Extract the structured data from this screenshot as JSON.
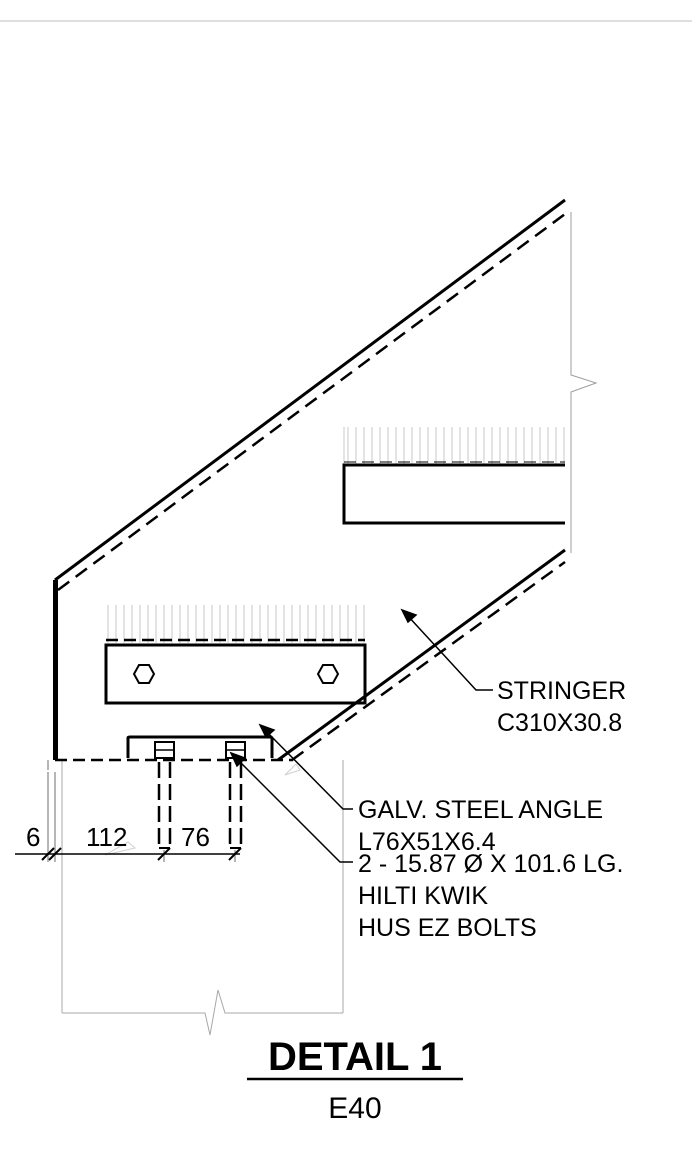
{
  "labels": {
    "stringer": [
      "STRINGER",
      "C310X30.8"
    ],
    "angle": [
      "GALV. STEEL ANGLE",
      "L76X51X6.4"
    ],
    "bolts": [
      "2 - 15.87 Ø X 101.6 LG.",
      "HILTI KWIK",
      "HUS EZ BOLTS"
    ]
  },
  "dimensions": [
    "6",
    "112",
    "76"
  ],
  "title": {
    "main": "DETAIL 1",
    "sheet": "E40"
  }
}
